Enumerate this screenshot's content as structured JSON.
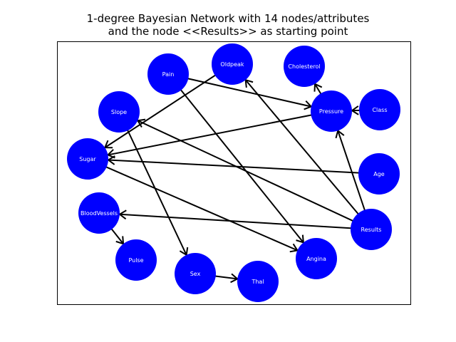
{
  "title": {
    "line1": "1-degree Bayesian Network with 14 nodes/attributes",
    "line2": "and the node <<Results>> as starting point"
  },
  "colors": {
    "node": "#0000ff",
    "edge": "#000000",
    "label": "#ffffff"
  },
  "nodes": [
    {
      "id": "Pain",
      "label": "Pain"
    },
    {
      "id": "Oldpeak",
      "label": "Oldpeak"
    },
    {
      "id": "Cholesterol",
      "label": "Cholesterol"
    },
    {
      "id": "Pressure",
      "label": "Pressure"
    },
    {
      "id": "Class",
      "label": "Class"
    },
    {
      "id": "Slope",
      "label": "Slope"
    },
    {
      "id": "Sugar",
      "label": "Sugar"
    },
    {
      "id": "Age",
      "label": "Age"
    },
    {
      "id": "BloodVessels",
      "label": "BloodVessels"
    },
    {
      "id": "Results",
      "label": "Results"
    },
    {
      "id": "Pulse",
      "label": "Pulse"
    },
    {
      "id": "Sex",
      "label": "Sex"
    },
    {
      "id": "Angina",
      "label": "Angina"
    },
    {
      "id": "Thal",
      "label": "Thal"
    }
  ],
  "edges": [
    {
      "from": "Results",
      "to": "Oldpeak"
    },
    {
      "from": "Results",
      "to": "Pressure"
    },
    {
      "from": "Results",
      "to": "BloodVessels"
    },
    {
      "from": "Results",
      "to": "Slope"
    },
    {
      "from": "Pain",
      "to": "Pressure"
    },
    {
      "from": "Pain",
      "to": "Angina"
    },
    {
      "from": "Oldpeak",
      "to": "Sugar"
    },
    {
      "from": "Pressure",
      "to": "Cholesterol"
    },
    {
      "from": "Pressure",
      "to": "Sugar"
    },
    {
      "from": "Class",
      "to": "Pressure"
    },
    {
      "from": "Slope",
      "to": "Sex"
    },
    {
      "from": "Sugar",
      "to": "Angina"
    },
    {
      "from": "Age",
      "to": "Sugar"
    },
    {
      "from": "BloodVessels",
      "to": "Pulse"
    },
    {
      "from": "Sex",
      "to": "Thal"
    }
  ]
}
